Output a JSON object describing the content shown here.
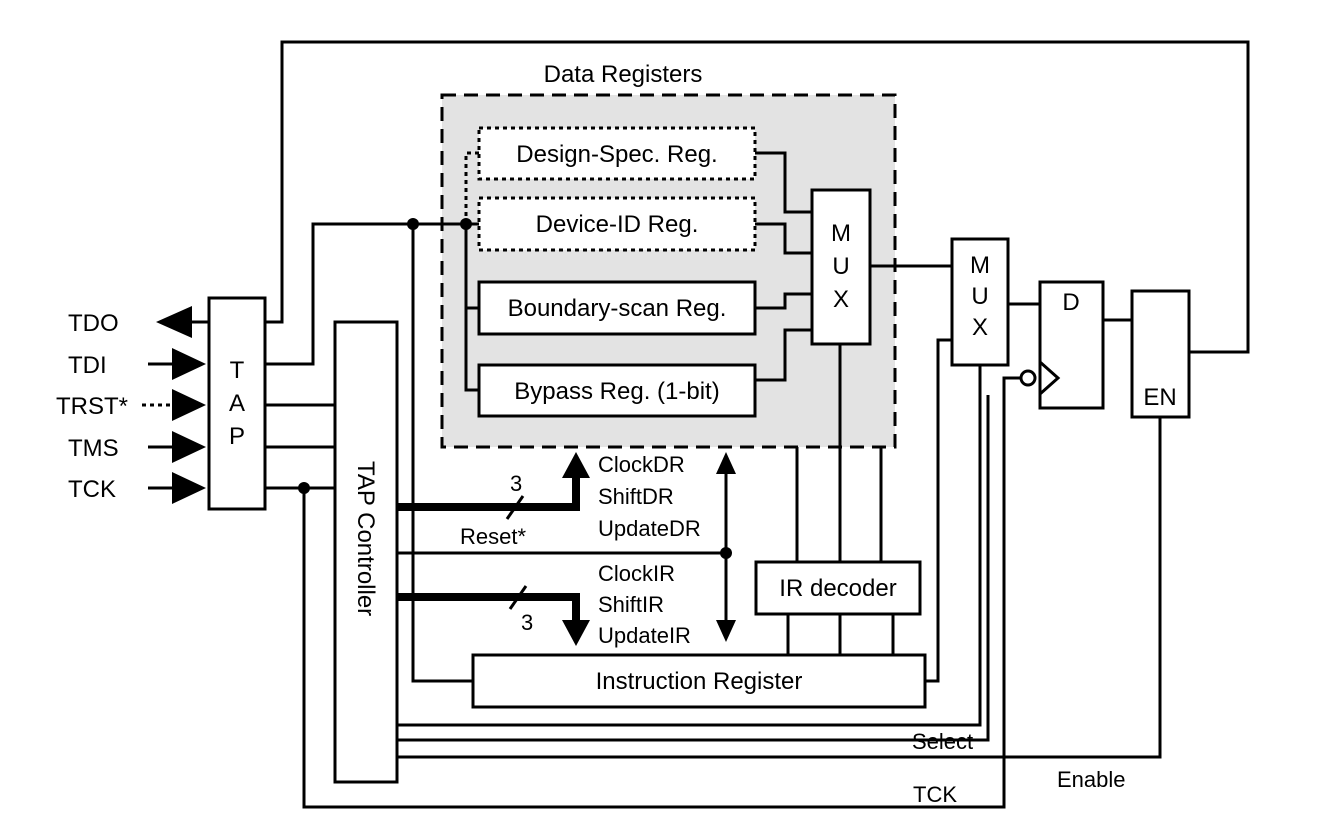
{
  "diagram": {
    "group_title": "Data Registers",
    "pins": {
      "tdo": "TDO",
      "tdi": "TDI",
      "trst": "TRST*",
      "tms": "TMS",
      "tck": "TCK"
    },
    "tap": {
      "t": "T",
      "a": "A",
      "p": "P"
    },
    "tap_controller": "TAP Controller",
    "registers": {
      "design_spec": "Design-Spec. Reg.",
      "device_id": "Device-ID Reg.",
      "boundary_scan": "Boundary-scan Reg.",
      "bypass": "Bypass Reg. (1-bit)",
      "instruction": "Instruction Register",
      "ir_decoder": "IR decoder"
    },
    "mux1": {
      "m": "M",
      "u": "U",
      "x": "X"
    },
    "mux2": {
      "m": "M",
      "u": "U",
      "x": "X"
    },
    "flipflop_d": "D",
    "enable_block": "EN",
    "signals": {
      "clock_dr": "ClockDR",
      "shift_dr": "ShiftDR",
      "update_dr": "UpdateDR",
      "clock_ir": "ClockIR",
      "shift_ir": "ShiftIR",
      "update_ir": "UpdateIR",
      "reset": "Reset*",
      "bus_width_dr": "3",
      "bus_width_ir": "3",
      "select": "Select",
      "enable": "Enable",
      "tck_bottom": "TCK"
    }
  }
}
